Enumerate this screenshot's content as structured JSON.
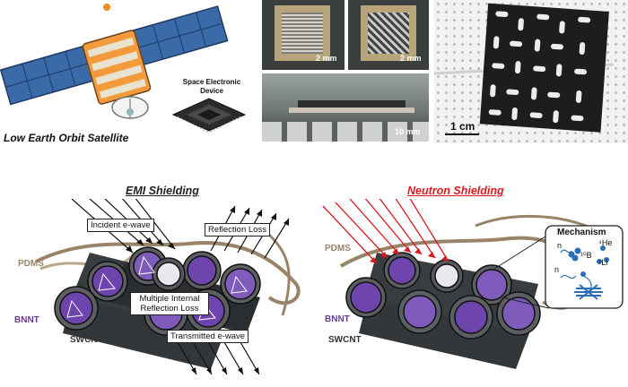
{
  "top": {
    "satellite_caption": "Low Earth Orbit Satellite",
    "device_label": "Space Electronic Device",
    "scale_chip_left": "2 mm",
    "scale_chip_right": "2 mm",
    "scale_side": "10 mm",
    "scale_mesh": "1 cm"
  },
  "emi": {
    "title": "EMI Shielding",
    "incident": "Incident e-wave",
    "reflection": "Reflection Loss",
    "multiple": "Multiple Internal Reflection Loss",
    "transmitted": "Transmitted e-wave",
    "pdms": "PDMS",
    "bnnt": "BNNT",
    "swcnt": "SWCNT"
  },
  "neutron": {
    "title": "Neutron Shielding",
    "mechanism": "Mechanism",
    "pdms": "PDMS",
    "bnnt": "BNNT",
    "swcnt": "SWCNT",
    "n1": "n",
    "n2": "n",
    "he": "⁴He",
    "b10": "¹⁰B",
    "li": "⁷Li"
  },
  "colors": {
    "emi_title": "#222222",
    "neutron_title": "#e0191f",
    "bnnt_purple": "#6a3c9a",
    "pdms_brown": "#9a8468"
  }
}
